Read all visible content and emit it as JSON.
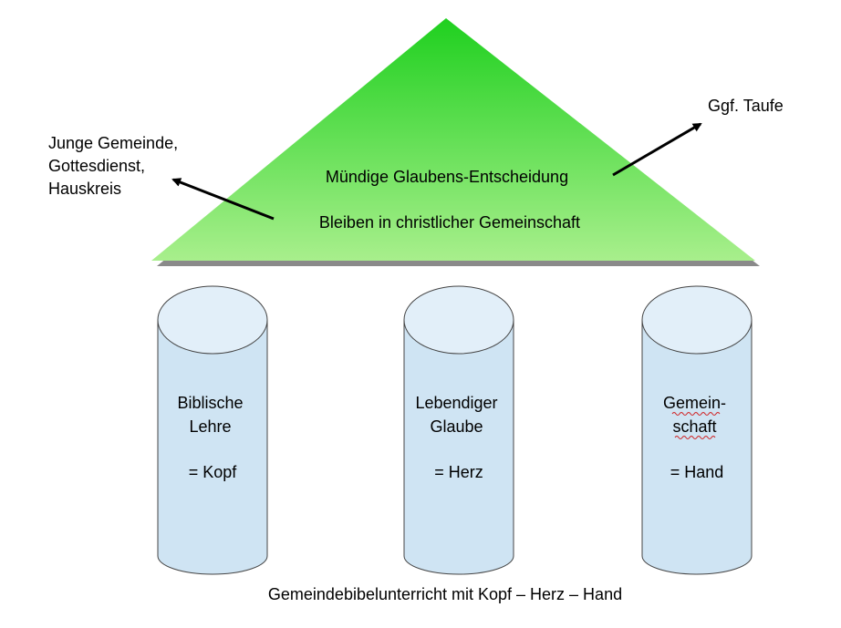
{
  "roof": {
    "line1": "Mündige Glaubens-Entscheidung",
    "line2": "Bleiben in christlicher Gemeinschaft",
    "fill_top": "#1fd01f",
    "fill_bottom": "#a8ef8c"
  },
  "left_note": {
    "lines": [
      "Junge Gemeinde,",
      "Gottesdienst,",
      "Hauskreis"
    ]
  },
  "right_note": {
    "text": "Ggf. Taufe"
  },
  "pillars": [
    {
      "line1": "Biblische",
      "line2": "Lehre",
      "line3": "= Kopf"
    },
    {
      "line1": "Lebendiger",
      "line2": "Glaube",
      "line3": "= Herz"
    },
    {
      "line1": "Gemein-",
      "line2": "schaft",
      "line3": "= Hand"
    }
  ],
  "pillar_color": "#cfe4f3",
  "pillar_top_color": "#e2eff9",
  "caption": "Gemeindebibelunterricht mit Kopf – Herz – Hand"
}
